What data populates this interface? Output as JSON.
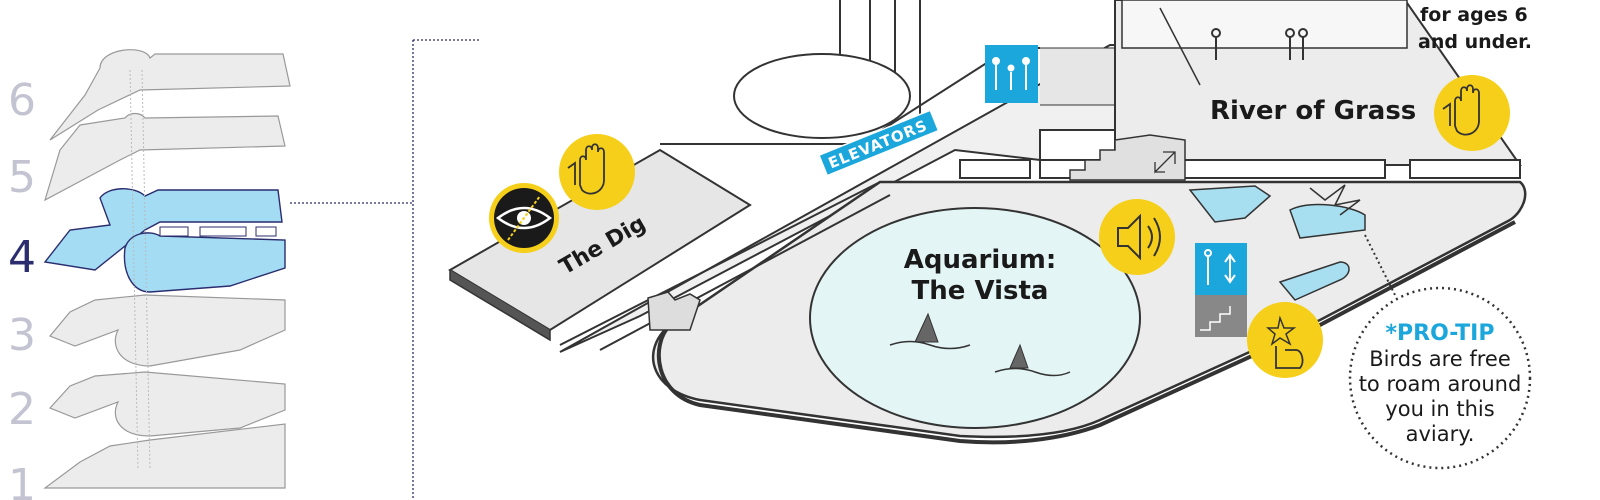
{
  "floors": {
    "items": [
      {
        "label": "6",
        "active": false
      },
      {
        "label": "5",
        "active": false
      },
      {
        "label": "4",
        "active": true
      },
      {
        "label": "3",
        "active": false
      },
      {
        "label": "2",
        "active": false
      },
      {
        "label": "1",
        "active": false
      }
    ]
  },
  "map": {
    "elevators_label": "ELEVATORS",
    "the_dig_label": "The Dig",
    "river_of_grass_label": "River of Grass",
    "aquarium_line1": "Aquarium:",
    "aquarium_line2": "The Vista",
    "age_note_line1": "for ages 6",
    "age_note_line2": "and under.",
    "protip_title": "*PRO-TIP",
    "protip_line1": "Birds are free",
    "protip_line2": "to roam around",
    "protip_line3": "you in this",
    "protip_line4": "aviary."
  },
  "colors": {
    "accent_yellow": "#f6cf1a",
    "accent_blue": "#1ca7dc",
    "active_floor_fill": "#a3dcf3",
    "floor_fill": "#ececec",
    "water_fill": "#e4f5f6",
    "dark_navy": "#2b2d6e"
  },
  "icons": [
    "eye-accessibility-icon",
    "hand-touch-icon",
    "sound-speaker-icon",
    "family-restroom-icon",
    "elevator-restroom-icon",
    "stairs-icon",
    "starfish-touch-icon"
  ]
}
